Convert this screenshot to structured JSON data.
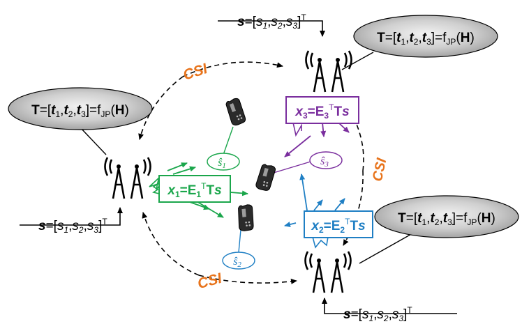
{
  "callouts": [
    {
      "T": "T",
      "eq1": "=[",
      "t1": "t",
      "s1": "1",
      "c1": ",",
      "t2": "t",
      "s2": "2",
      "c2": ",",
      "t3": "t",
      "s3": "3",
      "eq2": "]=f",
      "jp": "JP",
      "p1": "(",
      "H": "H",
      "p2": ")"
    },
    {
      "T": "T",
      "eq1": "=[",
      "t1": "t",
      "s1": "1",
      "c1": ",",
      "t2": "t",
      "s2": "2",
      "c2": ",",
      "t3": "t",
      "s3": "3",
      "eq2": "]=f",
      "jp": "JP",
      "p1": "(",
      "H": "H",
      "p2": ")"
    },
    {
      "T": "T",
      "eq1": "=[",
      "t1": "t",
      "s1": "1",
      "c1": ",",
      "t2": "t",
      "s2": "2",
      "c2": ",",
      "t3": "t",
      "s3": "3",
      "eq2": "]=f",
      "jp": "JP",
      "p1": "(",
      "H": "H",
      "p2": ")"
    }
  ],
  "signal_vectors": [
    {
      "s": "s",
      "eq": "=[",
      "a": "s",
      "as": "1",
      "c1": ",",
      "b": "s",
      "bs": "2",
      "c2": ",",
      "c": "s",
      "cs": "3",
      "close": "]",
      "T": "T"
    },
    {
      "s": "s",
      "eq": "=[",
      "a": "s",
      "as": "1",
      "c1": ",",
      "b": "s",
      "bs": "2",
      "c2": ",",
      "c": "s",
      "cs": "3",
      "close": "]",
      "T": "T"
    },
    {
      "s": "s",
      "eq": "=[",
      "a": "s",
      "as": "1",
      "c1": ",",
      "b": "s",
      "bs": "2",
      "c2": ",",
      "c": "s",
      "cs": "3",
      "close": "]",
      "T": "T"
    }
  ],
  "tx_boxes": [
    {
      "x": "x",
      "sub": "1",
      "eq": "=",
      "E": "E",
      "esub": "1",
      "sup": "T",
      "T": "T",
      "s": "s",
      "color": "#1aa64b"
    },
    {
      "x": "x",
      "sub": "2",
      "eq": "=",
      "E": "E",
      "esub": "2",
      "sup": "T",
      "T": "T",
      "s": "s",
      "color": "#1f7fc4"
    },
    {
      "x": "x",
      "sub": "3",
      "eq": "=",
      "E": "E",
      "esub": "3",
      "sup": "T",
      "T": "T",
      "s": "s",
      "color": "#7a2e9e"
    }
  ],
  "estimates": [
    {
      "s": "ŝ",
      "sub": "1",
      "color": "#1aa64b"
    },
    {
      "s": "ŝ",
      "sub": "2",
      "color": "#1f7fc4"
    },
    {
      "s": "ŝ",
      "sub": "3",
      "color": "#7a2e9e"
    }
  ],
  "csi_labels": [
    "CSI",
    "CSI",
    "CSI"
  ],
  "colors": {
    "csi": "#e8741c",
    "green": "#1aa64b",
    "blue": "#1f7fc4",
    "purple": "#7a2e9e",
    "callout_fill": "#cfcfcf",
    "ink": "#000000"
  }
}
